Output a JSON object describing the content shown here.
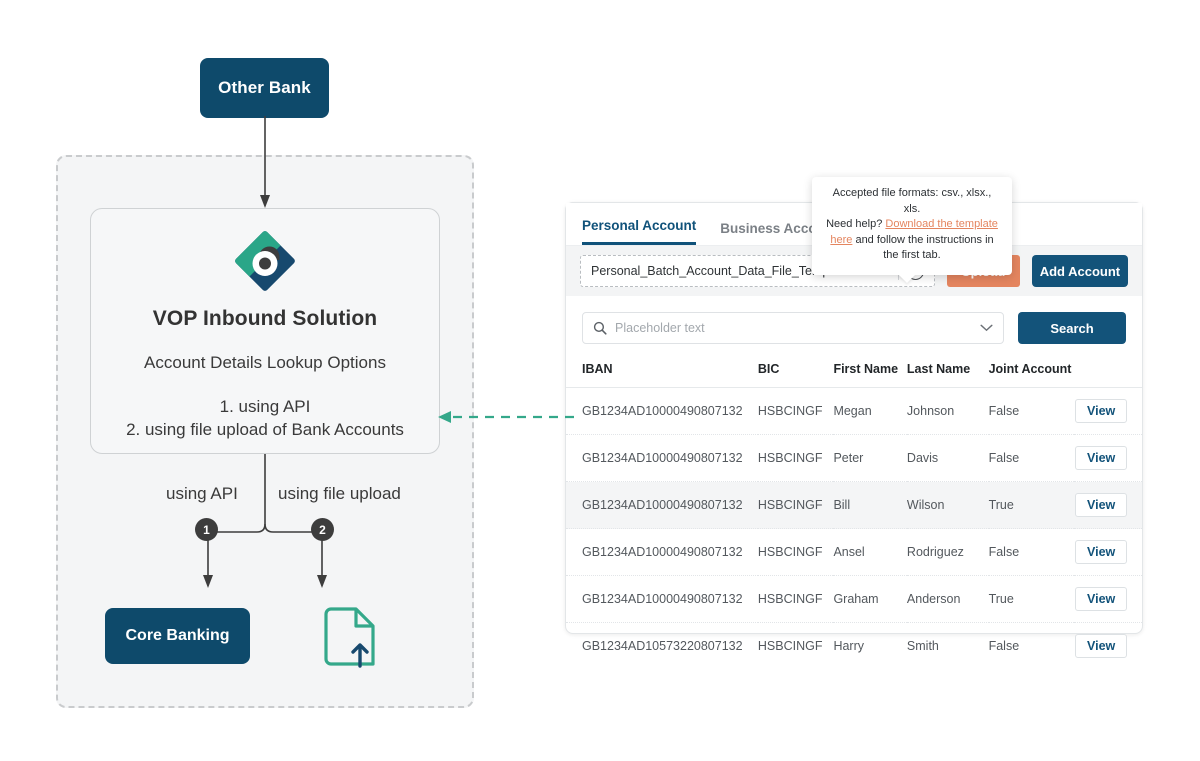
{
  "diagram": {
    "other_bank_label": "Other Bank",
    "logo_name": "vop-brand-logo",
    "solution_title": "VOP Inbound Solution",
    "solution_subtitle": "Account Details Lookup Options",
    "option_1": "1. using API",
    "option_2": "2. using file upload of Bank Accounts",
    "branch_label_api": "using API",
    "branch_label_file": "using file upload",
    "badge_1": "1",
    "badge_2": "2",
    "core_banking_label": "Core Banking",
    "file_upload_icon": "file-upload-icon",
    "connector_icon": "dashed-arrow-left-icon"
  },
  "panel": {
    "tabs": [
      {
        "label": "Personal Account",
        "active": true
      },
      {
        "label": "Business Account",
        "active": false
      }
    ],
    "upload_row": {
      "file_name": "Personal_Batch_Account_Data_File_Template.csv",
      "clear_icon": "close-icon",
      "help_icon": "question-mark-circle-icon",
      "upload_label": "Upload",
      "add_account_label": "Add Account"
    },
    "search": {
      "placeholder": "Placeholder text",
      "value": "",
      "search_icon": "search-icon",
      "chevron_icon": "chevron-down-icon",
      "button_label": "Search"
    },
    "table": {
      "columns": [
        "IBAN",
        "BIC",
        "First Name",
        "Last Name",
        "Joint Account",
        ""
      ],
      "action_label": "View",
      "rows": [
        {
          "iban": "GB1234AD10000490807132",
          "bic": "HSBCINGF",
          "first_name": "Megan",
          "last_name": "Johnson",
          "joint_account": "False",
          "highlighted": false
        },
        {
          "iban": "GB1234AD10000490807132",
          "bic": "HSBCINGF",
          "first_name": "Peter",
          "last_name": "Davis",
          "joint_account": "False",
          "highlighted": false
        },
        {
          "iban": "GB1234AD10000490807132",
          "bic": "HSBCINGF",
          "first_name": "Bill",
          "last_name": "Wilson",
          "joint_account": "True",
          "highlighted": true
        },
        {
          "iban": "GB1234AD10000490807132",
          "bic": "HSBCINGF",
          "first_name": "Ansel",
          "last_name": "Rodriguez",
          "joint_account": "False",
          "highlighted": false
        },
        {
          "iban": "GB1234AD10000490807132",
          "bic": "HSBCINGF",
          "first_name": "Graham",
          "last_name": "Anderson",
          "joint_account": "True",
          "highlighted": false
        },
        {
          "iban": "GB1234AD10573220807132",
          "bic": "HSBCINGF",
          "first_name": "Harry",
          "last_name": "Smith",
          "joint_account": "False",
          "highlighted": false
        }
      ]
    }
  },
  "tooltip": {
    "line1": "Accepted file formats: csv., xlsx., xls.",
    "line2_prefix": "Need help? ",
    "link_text": "Download the template here",
    "line2_suffix": " and follow the instructions in the first tab."
  },
  "colors": {
    "navy": "#0E4A6B",
    "navy_button": "#13537a",
    "salmon": "#e4855f",
    "teal": "#34a88a",
    "dark_gray": "#3d3d3d",
    "panel_bg": "#ffffff",
    "region_bg": "#f4f5f6"
  }
}
